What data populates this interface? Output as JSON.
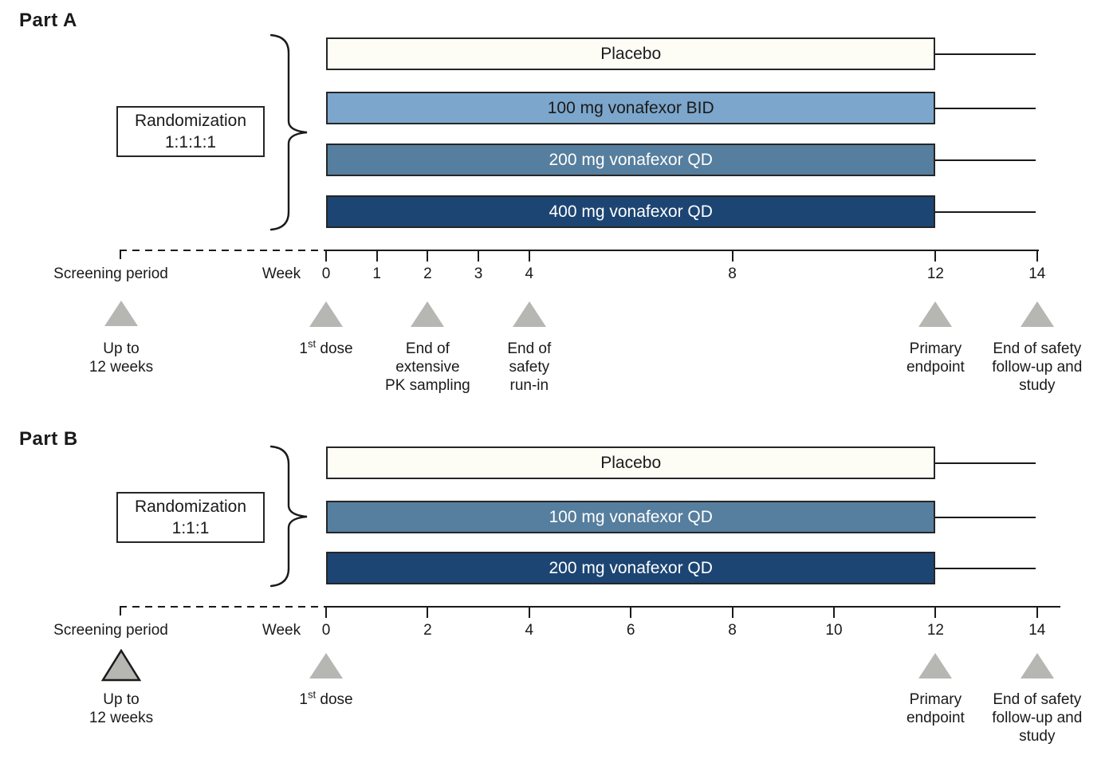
{
  "colors": {
    "placebo_fill": "#fdfdf6",
    "light_blue": "#7ca6cb",
    "steel_blue": "#567e9e",
    "dark_navy": "#1c4573",
    "bar_border": "#262626",
    "line": "#1a1a1a",
    "triangle_fill": "#b6b6b2",
    "triangle_outline": "#1a1a1a",
    "text_dark": "#1a1a1a",
    "text_light": "#ffffff"
  },
  "figure": {
    "parts": [
      {
        "id": "part-a",
        "title": "Part A",
        "randomization": {
          "line1": "Randomization",
          "line2": "1:1:1:1"
        },
        "arms": [
          {
            "label": "Placebo",
            "fill": "#fdfdf6",
            "text": "#1a1a1a"
          },
          {
            "label": "100 mg vonafexor BID",
            "fill": "#7ca6cb",
            "text": "#1a1a1a"
          },
          {
            "label": "200 mg vonafexor QD",
            "fill": "#567e9e",
            "text": "#ffffff"
          },
          {
            "label": "400 mg vonafexor QD",
            "fill": "#1c4573",
            "text": "#ffffff"
          }
        ],
        "axis": {
          "screening_label": "Screening period",
          "week_label": "Week",
          "week_ticks": [
            0,
            1,
            2,
            3,
            4,
            8,
            12,
            14
          ]
        },
        "markers": [
          {
            "at": "screening",
            "outlined": false,
            "label_lines": [
              "Up to",
              "12 weeks"
            ]
          },
          {
            "at": 0,
            "outlined": false,
            "label_rich": [
              {
                "t": "1"
              },
              {
                "t": "st",
                "sup": true
              },
              {
                "t": " dose"
              }
            ]
          },
          {
            "at": 2,
            "outlined": false,
            "label_lines": [
              "End of",
              "extensive",
              "PK sampling"
            ]
          },
          {
            "at": 4,
            "outlined": false,
            "label_lines": [
              "End of",
              "safety",
              "run-in"
            ]
          },
          {
            "at": 12,
            "outlined": false,
            "label_lines": [
              "Primary",
              "endpoint"
            ]
          },
          {
            "at": 14,
            "outlined": false,
            "label_lines": [
              "End of safety",
              "follow-up and",
              "study"
            ]
          }
        ]
      },
      {
        "id": "part-b",
        "title": "Part B",
        "randomization": {
          "line1": "Randomization",
          "line2": "1:1:1"
        },
        "arms": [
          {
            "label": "Placebo",
            "fill": "#fdfdf6",
            "text": "#1a1a1a"
          },
          {
            "label": "100 mg vonafexor QD",
            "fill": "#567e9e",
            "text": "#ffffff"
          },
          {
            "label": "200 mg vonafexor QD",
            "fill": "#1c4573",
            "text": "#ffffff"
          }
        ],
        "axis": {
          "screening_label": "Screening period",
          "week_label": "Week",
          "week_ticks": [
            0,
            2,
            4,
            6,
            8,
            10,
            12,
            14
          ]
        },
        "markers": [
          {
            "at": "screening",
            "outlined": true,
            "label_lines": [
              "Up to",
              "12 weeks"
            ]
          },
          {
            "at": 0,
            "outlined": false,
            "label_rich": [
              {
                "t": "1"
              },
              {
                "t": "st",
                "sup": true
              },
              {
                "t": " dose"
              }
            ]
          },
          {
            "at": 12,
            "outlined": false,
            "label_lines": [
              "Primary",
              "endpoint"
            ]
          },
          {
            "at": 14,
            "outlined": false,
            "label_lines": [
              "End of safety",
              "follow-up and",
              "study"
            ]
          }
        ]
      }
    ]
  }
}
